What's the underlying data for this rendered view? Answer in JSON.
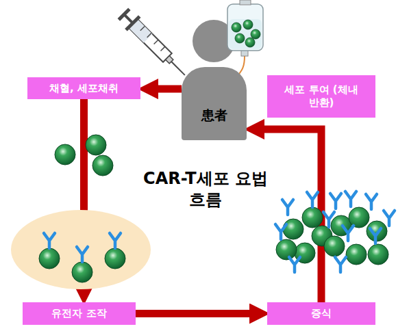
{
  "diagram": {
    "title": "CAR-T세포 요법 흐름",
    "nodes": [
      {
        "text": [
          "채혈, 세포채취"
        ]
      },
      {
        "text": [
          "患者"
        ]
      },
      {
        "text": [
          "세포 투여 (체내 반환)"
        ]
      },
      {
        "text": [
          "유전자 조작"
        ]
      },
      {
        "text": [
          "증식"
        ]
      }
    ],
    "edges": [
      {
        "from": 1,
        "to": 0,
        "arrow": "to"
      },
      {
        "from": 0,
        "to": 3,
        "arrow": "to"
      },
      {
        "from": 3,
        "to": 4,
        "arrow": "to"
      },
      {
        "from": 4,
        "to": 1,
        "arrow": "to"
      }
    ]
  }
}
